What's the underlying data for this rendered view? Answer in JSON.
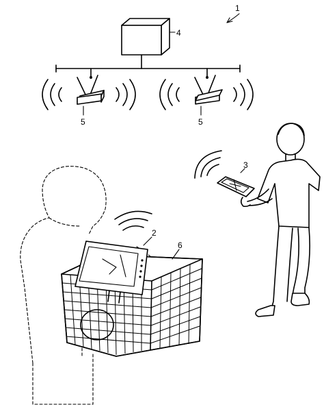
{
  "labels": {
    "system": "1",
    "store_terminal": "2",
    "employee_terminal": "3",
    "server": "4",
    "access_point": "5",
    "basket": "6"
  }
}
